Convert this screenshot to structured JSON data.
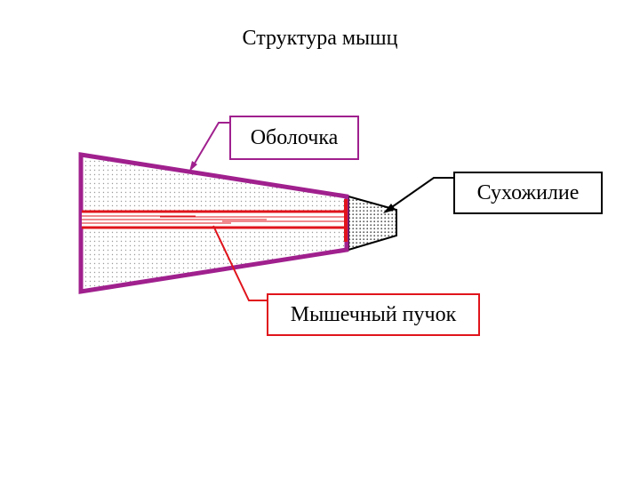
{
  "title": "Структура мышц",
  "labels": {
    "sheath": "Оболочка",
    "tendon": "Сухожилие",
    "bundle": "Мышечный пучок"
  },
  "colors": {
    "sheath": "#a0208e",
    "bundle": "#e0141c",
    "tendon": "#000000",
    "fill_dots": "#888888"
  }
}
